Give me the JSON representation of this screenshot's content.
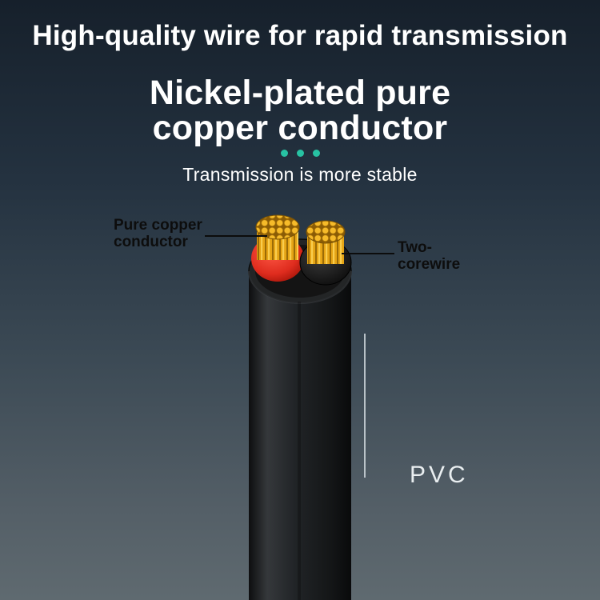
{
  "header": {
    "title": "High-quality wire for rapid transmission",
    "heading_line1": "Nickel-plated pure",
    "heading_line2": "copper conductor",
    "subtitle": "Transmission is more stable"
  },
  "callouts": {
    "pure_copper": {
      "line1": "Pure copper",
      "line2": "conductor"
    },
    "two_core": {
      "line1": "Two-",
      "line2": "corewire"
    },
    "pvc": "PVC"
  },
  "illustration": {
    "subject": "two-core cable cross-section",
    "parts": [
      "copper strand bundles",
      "red inner insulation",
      "black inner insulation",
      "black PVC outer jacket"
    ]
  },
  "colors": {
    "accent_teal": "#27c2a3",
    "copper_yellow": "#f6bb2a",
    "insulation_red": "#df2c1e",
    "pvc_black": "#1c1e1f",
    "background_top": "#16202b",
    "background_bottom": "#5f6a70"
  }
}
